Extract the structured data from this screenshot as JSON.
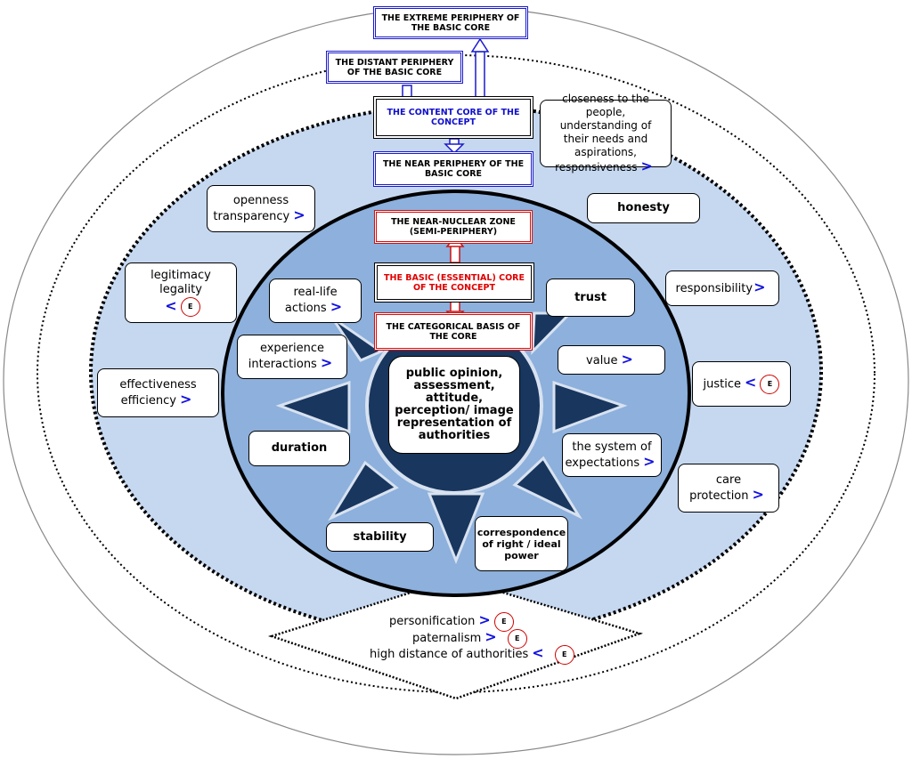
{
  "colors": {
    "outer_fill": "#ffffff",
    "middle_fill": "#c6d8f0",
    "inner_fill": "#8db0dc",
    "core_fill": "#18365e",
    "triangle_fill": "#18365e",
    "arrow_blue": "#1010e0",
    "header_blue": "#1a1acc",
    "header_red": "#d01010"
  },
  "headers": {
    "extreme": "THE EXTREME PERIPHERY OF THE BASIC CORE",
    "distant": "THE DISTANT PERIPHERY OF THE BASIC CORE",
    "content_core": "THE CONTENT CORE OF THE CONCEPT",
    "near": "THE NEAR PERIPHERY OF THE BASIC CORE",
    "near_nuclear": "THE NEAR-NUCLEAR ZONE (SEMI-PERIPHERY)",
    "basic_core": "THE BASIC (ESSENTIAL) CORE OF THE CONCEPT",
    "categorical": "THE CATEGORICAL BASIS OF THE CORE"
  },
  "center": "public opinion, assessment, attitude, perception/ image representation of authorities",
  "outer_items": {
    "closeness": "closeness to the people, understanding of their needs and aspirations, responsiveness",
    "openness": "openness transparency",
    "legitimacy": "legitimacy legality",
    "effectiveness": "effectiveness efficiency",
    "honesty": "honesty",
    "responsibility": "responsibility",
    "justice": "justice",
    "care": "care protection"
  },
  "inner_items": {
    "real_life": "real-life actions",
    "experience": "experience interactions",
    "duration": "duration",
    "stability": "stability",
    "correspondence": "correspondence of right / ideal power",
    "system": "the system of expectations",
    "value": "value",
    "trust": "trust"
  },
  "bottom_zone": {
    "personification": "personification",
    "paternalism": "paternalism",
    "high_distance": "high distance of authorities"
  },
  "symbols": {
    "gt": ">",
    "lt": "<",
    "e": "E"
  }
}
